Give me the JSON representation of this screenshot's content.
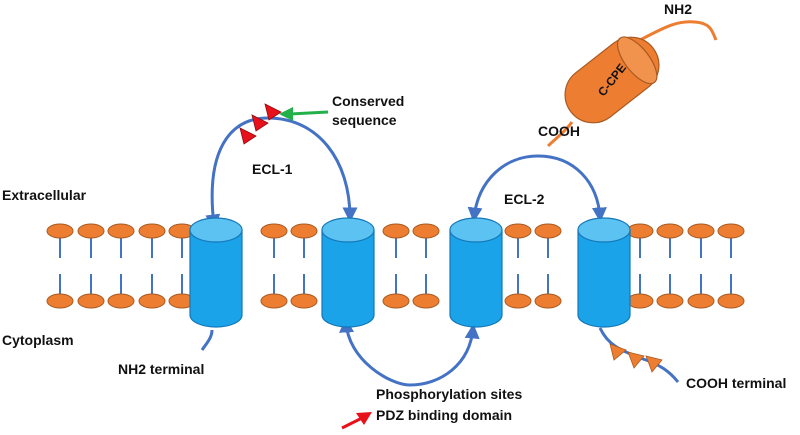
{
  "labels": {
    "extracellular": "Extracellular",
    "cytoplasm": "Cytoplasm",
    "nh2_terminal": "NH2 terminal",
    "cooh_terminal": "COOH terminal",
    "ecl1": "ECL-1",
    "ecl2": "ECL-2",
    "conserved_line1": "Conserved",
    "conserved_line2": "sequence",
    "phospho": "Phosphorylation sites",
    "pdz": "PDZ binding domain",
    "ccpe": "C-CPE",
    "ccpe_nh2": "NH2",
    "ccpe_cooh": "COOH"
  },
  "colors": {
    "lipid_head": "#ED7D31",
    "lipid_head_stroke": "#A85A22",
    "helix_fill": "#1AA3E8",
    "helix_top": "#5CC2F2",
    "helix_stroke": "#1577B8",
    "loop": "#4472C4",
    "ccpe_fill": "#ED7D31",
    "red_marker": "#E8101A",
    "green_arrow": "#22B04B",
    "phospho_triangle": "#ED7D31"
  },
  "icons": {
    "conserved_markers": "red-triangle-markers",
    "phosphorylation_markers": "orange-triangle-markers",
    "pdz_arrow": "red-arrow-icon",
    "conserved_pointer": "green-arrow-icon"
  }
}
